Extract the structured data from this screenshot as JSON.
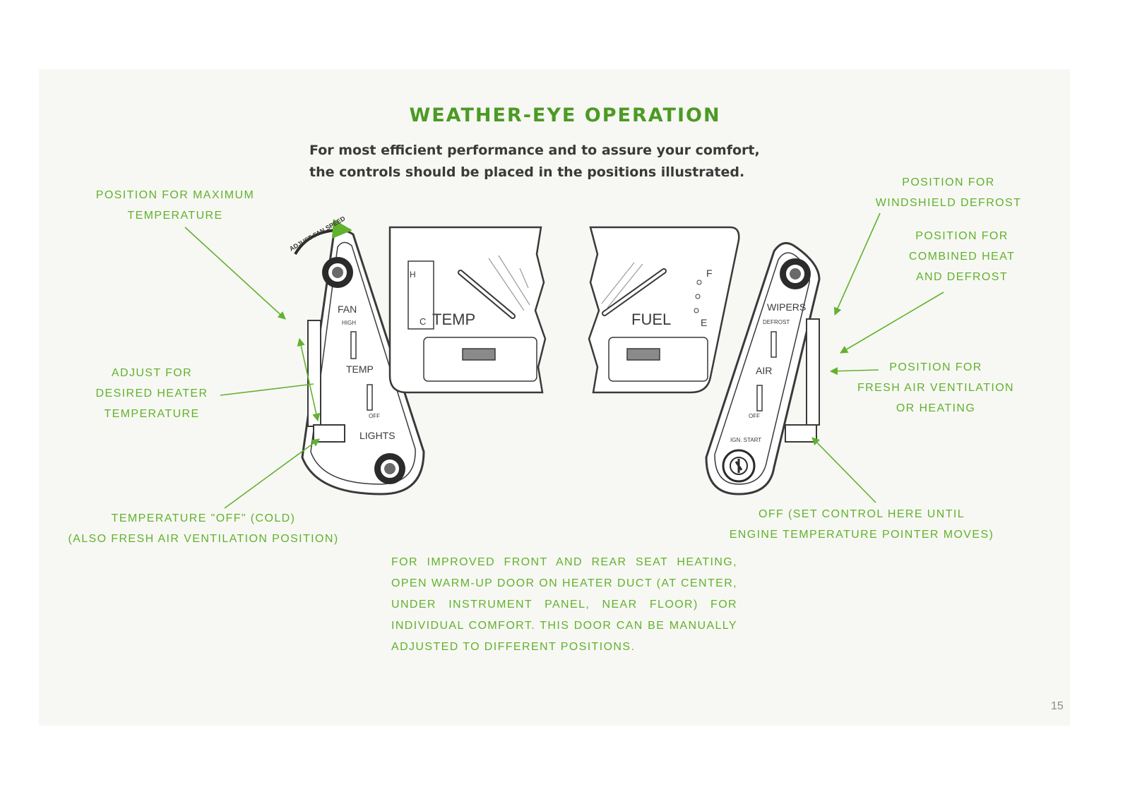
{
  "title": "WEATHER-EYE OPERATION",
  "intro": {
    "line1": "For most efficient performance and to assure your comfort,",
    "line2": "the controls should be placed in the positions illustrated."
  },
  "callouts": {
    "max_temp": [
      "POSITION FOR MAXIMUM",
      "TEMPERATURE"
    ],
    "adjust_temp": [
      "ADJUST FOR",
      "DESIRED HEATER",
      "TEMPERATURE"
    ],
    "temp_off": [
      "TEMPERATURE \"OFF\" (COLD)",
      "(ALSO FRESH AIR VENTILATION POSITION)"
    ],
    "windshield_defrost": [
      "POSITION FOR",
      "WINDSHIELD DEFROST"
    ],
    "combined": [
      "POSITION FOR",
      "COMBINED HEAT",
      "AND DEFROST"
    ],
    "fresh_air": [
      "POSITION FOR",
      "FRESH AIR VENTILATION",
      "OR HEATING"
    ],
    "off_control": [
      "OFF (SET CONTROL HERE UNTIL",
      "ENGINE TEMPERATURE POINTER MOVES)"
    ]
  },
  "note": "FOR IMPROVED FRONT AND REAR SEAT HEATING, OPEN WARM-UP DOOR ON HEATER DUCT (AT CENTER, UNDER INSTRUMENT PANEL, NEAR FLOOR) FOR INDIVIDUAL COMFORT. THIS DOOR CAN BE MANUALLY ADJUSTED TO DIFFERENT POSITIONS.",
  "panel_labels": {
    "adjust_fan_speed": "ADJUST FAN SPEED",
    "fan": "FAN",
    "high": "HIGH",
    "temp": "TEMP",
    "off": "OFF",
    "lights": "LIGHTS",
    "temp_gauge": "TEMP",
    "hot": "H",
    "cold": "C",
    "fuel_gauge": "FUEL",
    "full": "F",
    "empty": "E",
    "wipers": "WIPERS",
    "defrost": "DEFROST",
    "air": "AIR",
    "air_off": "OFF",
    "ign_start": "IGN. START"
  },
  "colors": {
    "green": "#62b12f",
    "title_green": "#4c9a25",
    "ink": "#3a3a3a"
  },
  "page_number": "15"
}
